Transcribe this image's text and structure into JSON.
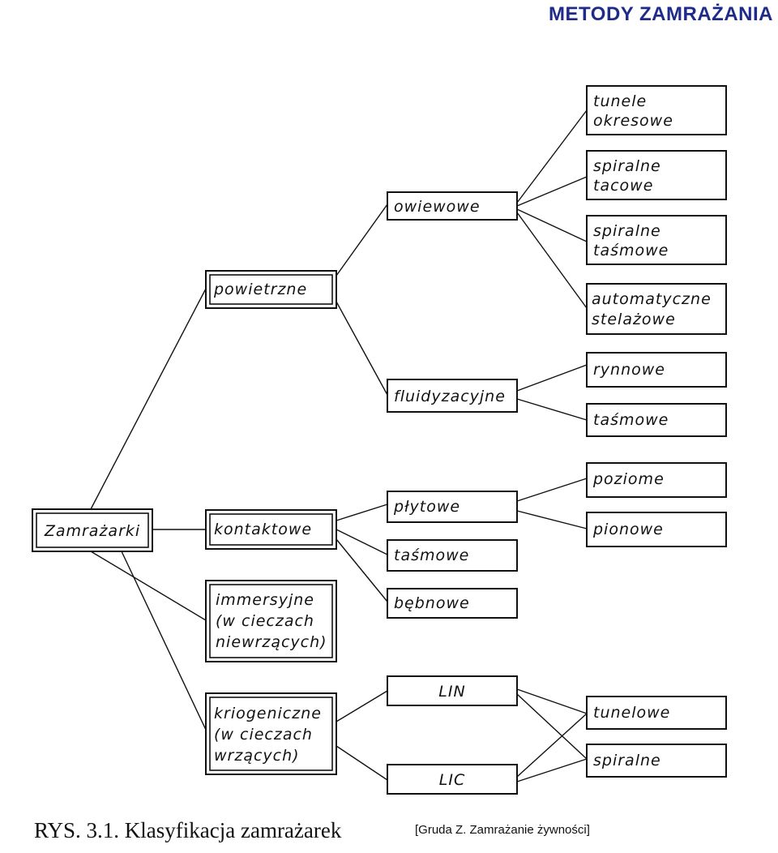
{
  "header": {
    "title": "METODY ZAMRAŻANIA"
  },
  "diagram": {
    "root": "Zamrażarki",
    "powietrzne": "powietrzne",
    "kontaktowe": "kontaktowe",
    "immersyjne": [
      "immersyjne",
      "(w cieczach",
      "niewrzących)"
    ],
    "kriogeniczne": [
      "kriogeniczne",
      "(w cieczach",
      "wrzących)"
    ],
    "owiewowe": "owiewowe",
    "fluidyzacyjne": "fluidyzacyjne",
    "plytowe": "płytowe",
    "tasmowe_kontakt": "taśmowe",
    "bebnowe": "bębnowe",
    "lin": "LIN",
    "lic": "LIC",
    "tunele_okresowe": [
      "tunele",
      "okresowe"
    ],
    "spiralne_tacowe": [
      "spiralne",
      "tacowe"
    ],
    "spiralne_tasmowe": [
      "spiralne",
      "taśmowe"
    ],
    "automatyczne_stelazowe": [
      "automatyczne",
      "stelażowe"
    ],
    "rynnowe": "rynnowe",
    "tasmowe_fluid": "taśmowe",
    "poziome": "poziome",
    "pionowe": "pionowe",
    "tunelowe": "tunelowe",
    "spiralne": "spiralne"
  },
  "caption": "RYS. 3.1. Klasyfikacja zamrażarek",
  "source": "[Gruda Z. Zamrażanie żywności]"
}
